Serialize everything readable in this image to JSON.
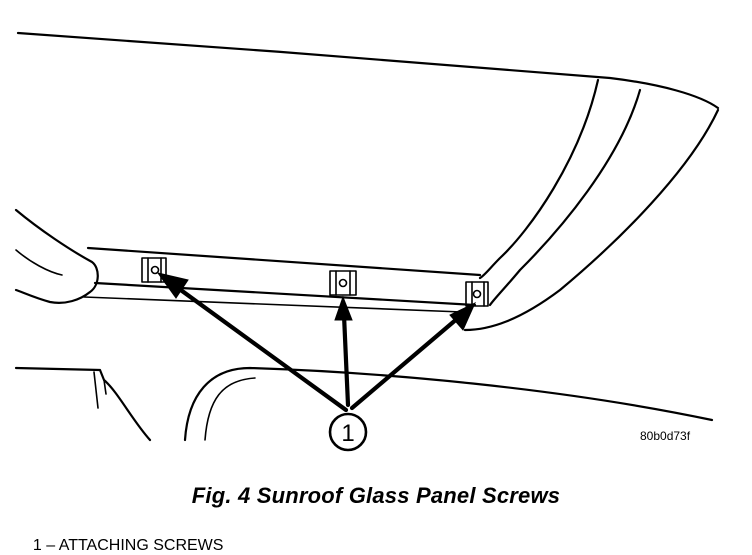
{
  "figure": {
    "title": "Fig. 4 Sunroof Glass Panel Screws",
    "reference_code": "80b0d73f",
    "callout_number": "1"
  },
  "legend": [
    {
      "number": "1",
      "separator": " – ",
      "label": "ATTACHING SCREWS"
    }
  ]
}
